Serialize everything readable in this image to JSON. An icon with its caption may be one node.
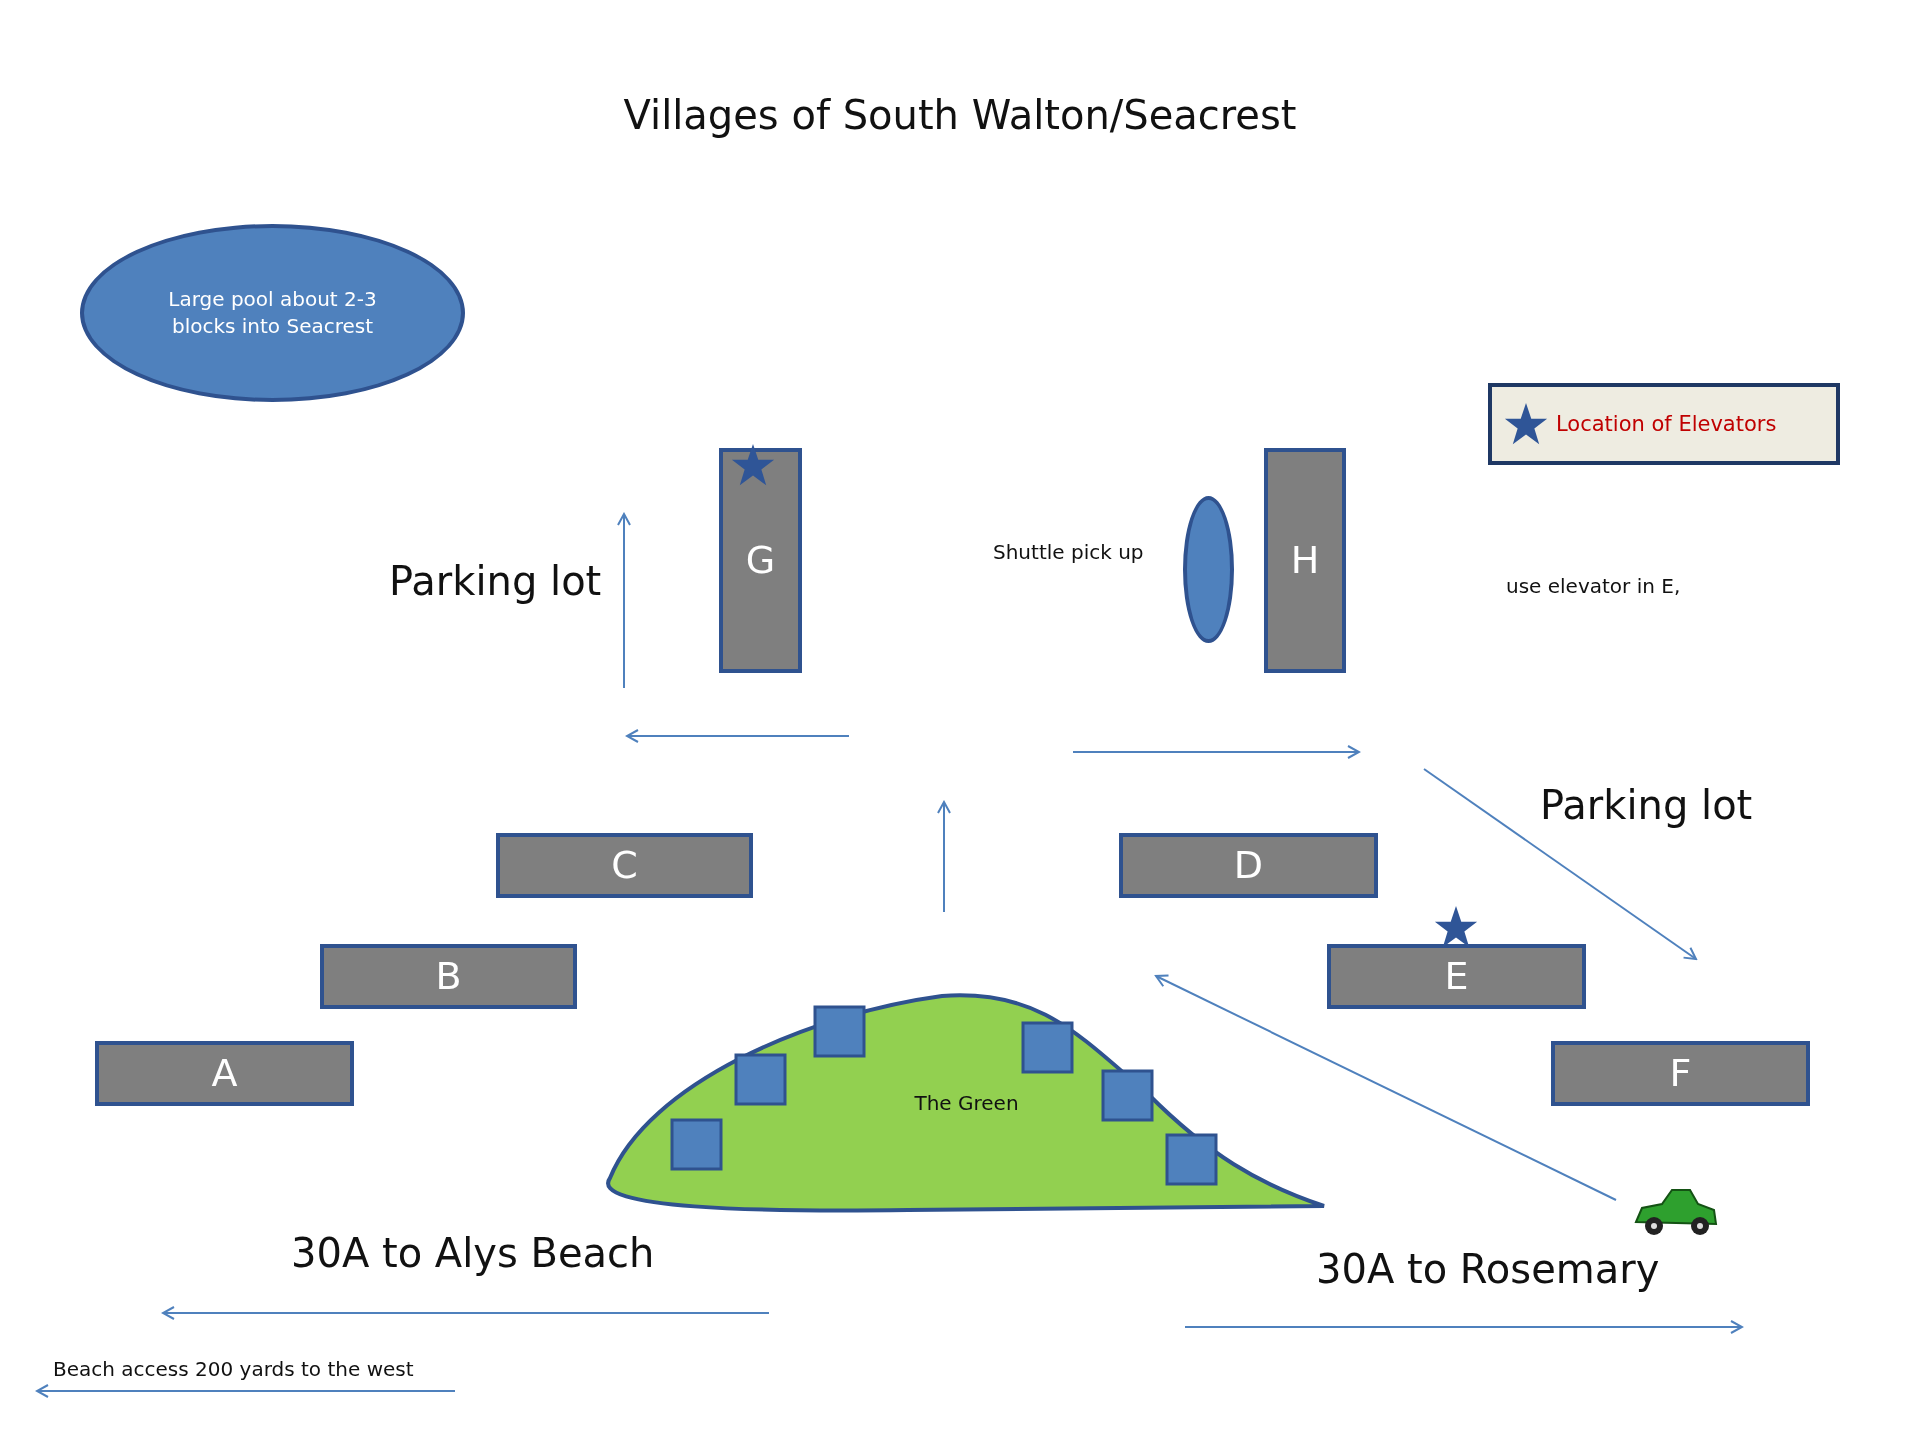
{
  "diagram": {
    "title": "Villages of South Walton/Seacrest",
    "nodes": [
      {
        "text": [
          "Large pool about 2-3 blocks into Seacrest"
        ]
      },
      {
        "text": [
          "G"
        ]
      },
      {
        "text": [],
        "shape": "ellipse",
        "beside": [
          "Shuttle pick up"
        ]
      },
      {
        "text": [
          "H"
        ]
      },
      {
        "text": [
          "C"
        ]
      },
      {
        "text": [
          "D"
        ]
      },
      {
        "text": [
          "B"
        ]
      },
      {
        "text": [
          "E"
        ]
      },
      {
        "text": [
          "A"
        ]
      },
      {
        "text": [
          "F"
        ]
      },
      {
        "text": [
          "The Green"
        ]
      }
    ],
    "labels": [
      "Parking lot",
      "use elevator in E,",
      "Parking lot",
      "30A to Alys Beach",
      "30A to Rosemary",
      "Beach access 200 yards to the west"
    ],
    "legend": [
      {
        "text": "Location of Elevators"
      }
    ]
  }
}
